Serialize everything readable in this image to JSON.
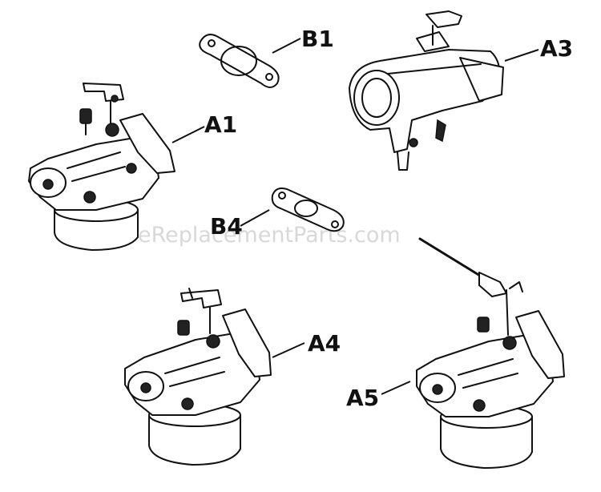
{
  "watermark": "eReplacementParts.com",
  "callouts": {
    "b1": "B1",
    "a3": "A3",
    "a1": "A1",
    "b4": "B4",
    "a4": "A4",
    "a5": "A5"
  }
}
